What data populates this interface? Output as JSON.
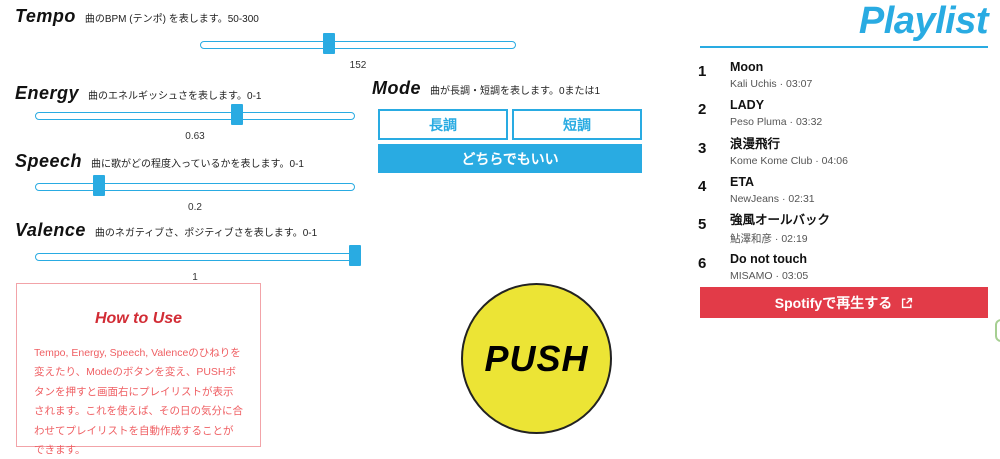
{
  "sliders": [
    {
      "name": "Tempo",
      "description": "曲のBPM (テンポ) を表します。50-300",
      "value": "152",
      "percent": 40.8
    },
    {
      "name": "Energy",
      "description": "曲のエネルギッシュさを表します。0-1",
      "value": "0.63",
      "percent": 63
    },
    {
      "name": "Speech",
      "description": "曲に歌がどの程度入っているかを表します。0-1",
      "value": "0.2",
      "percent": 20
    },
    {
      "name": "Valence",
      "description": "曲のネガティブさ、ポジティブさを表します。0-1",
      "value": "1",
      "percent": 100
    }
  ],
  "mode": {
    "name": "Mode",
    "description": "曲が長調・短調を表します。0または1",
    "major_label": "長調",
    "minor_label": "短調",
    "either_label": "どちらでもいい"
  },
  "how_to_use": {
    "title": "How to Use",
    "body": "Tempo, Energy, Speech, Valenceのひねりを変えたり、Modeのボタンを変え、PUSHボタンを押すと画面右にプレイリストが表示されます。これを使えば、その日の気分に合わせてプレイリストを自動作成することができます。"
  },
  "push_button": {
    "label": "PUSH"
  },
  "playlist": {
    "title": "Playlist",
    "meta_separator": "·",
    "tracks": [
      {
        "number": "1",
        "title": "Moon",
        "artist": "Kali Uchis",
        "duration": "03:07"
      },
      {
        "number": "2",
        "title": "LADY",
        "artist": "Peso Pluma",
        "duration": "03:32"
      },
      {
        "number": "3",
        "title": "浪漫飛行",
        "artist": "Kome Kome Club",
        "duration": "04:06"
      },
      {
        "number": "4",
        "title": "ETA",
        "artist": "NewJeans",
        "duration": "02:31"
      },
      {
        "number": "5",
        "title": "強風オールバック",
        "artist": "鮎澤和彦",
        "duration": "02:19"
      },
      {
        "number": "6",
        "title": "Do not touch",
        "artist": "MISAMO",
        "duration": "03:05"
      }
    ],
    "spotify_button_label": "Spotifyで再生する"
  },
  "colors": {
    "accent_blue": "#29abe2",
    "spotify_red": "#e23b48",
    "push_yellow": "#ece435",
    "howto_red": "#ef5f63",
    "green_accent": "#a6cf92"
  }
}
